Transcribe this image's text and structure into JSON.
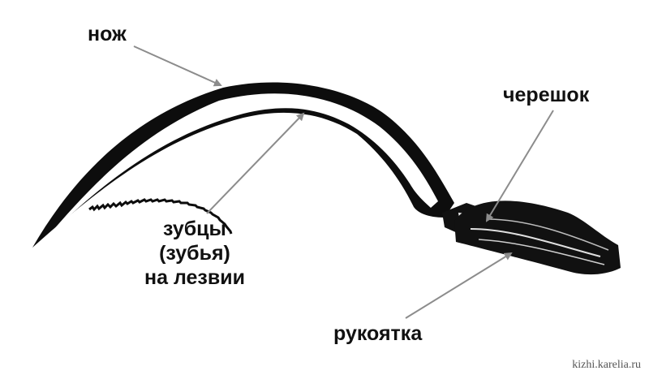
{
  "labels": {
    "knife": "нож",
    "teeth_line1": "зубцы",
    "teeth_line2": "(зубья)",
    "teeth_line3": "на лезвии",
    "tang": "черешок",
    "handle": "рукоятка"
  },
  "credit": "kizhi.karelia.ru",
  "colors": {
    "ink": "#111111",
    "leader": "#8c8c8c",
    "background": "#ffffff"
  }
}
